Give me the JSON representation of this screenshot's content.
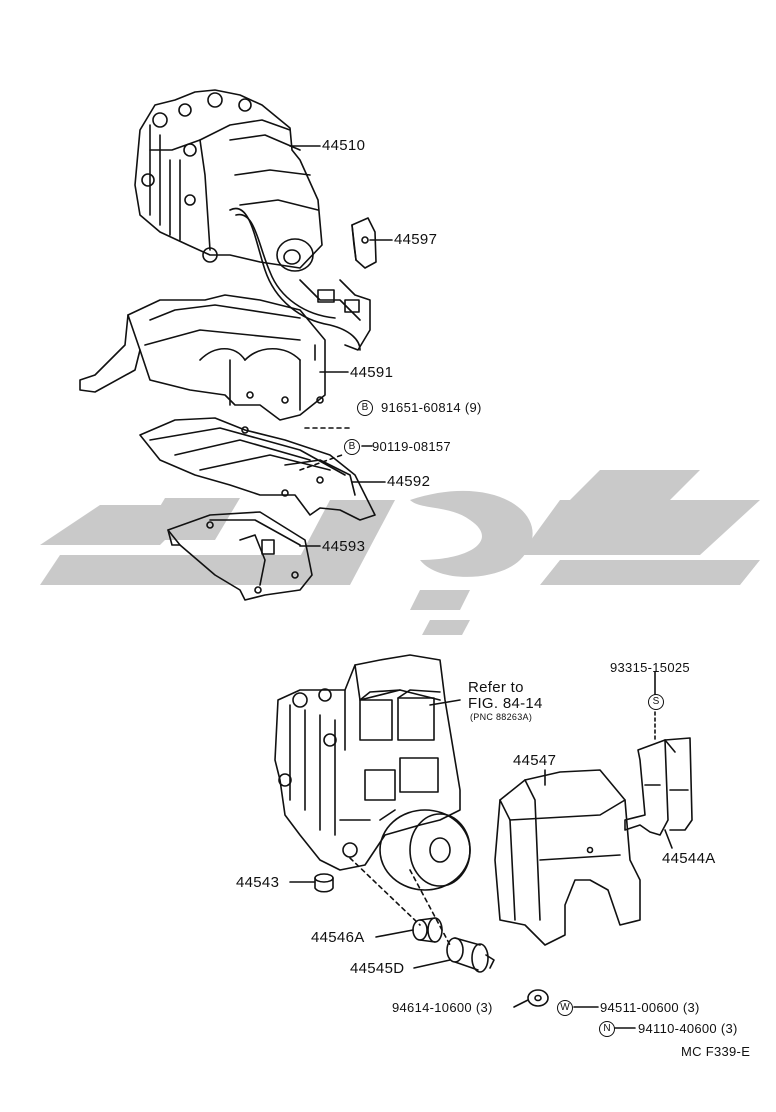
{
  "parts": {
    "p44510": "44510",
    "p44597": "44597",
    "p44591": "44591",
    "p91651": "91651-60814 (9)",
    "p90119": "90119-08157",
    "p44592": "44592",
    "p44593": "44593",
    "p93315": "93315-15025",
    "p44547": "44547",
    "p44544A": "44544A",
    "p44543": "44543",
    "p44546A": "44546A",
    "p44545D": "44545D",
    "p94614": "94614-10600 (3)",
    "p94511": "94511-00600 (3)",
    "p94110": "94110-40600 (3)"
  },
  "refer": {
    "line1": "Refer to",
    "line2": "FIG. 84-14",
    "line3": "(PNC 88263A)"
  },
  "badges": {
    "b1": "B",
    "b2": "B",
    "s": "S",
    "w": "W",
    "n": "N"
  },
  "footer": {
    "code": "MC F339-E"
  },
  "colors": {
    "line": "#111111",
    "watermark": "#c8c8c8"
  }
}
